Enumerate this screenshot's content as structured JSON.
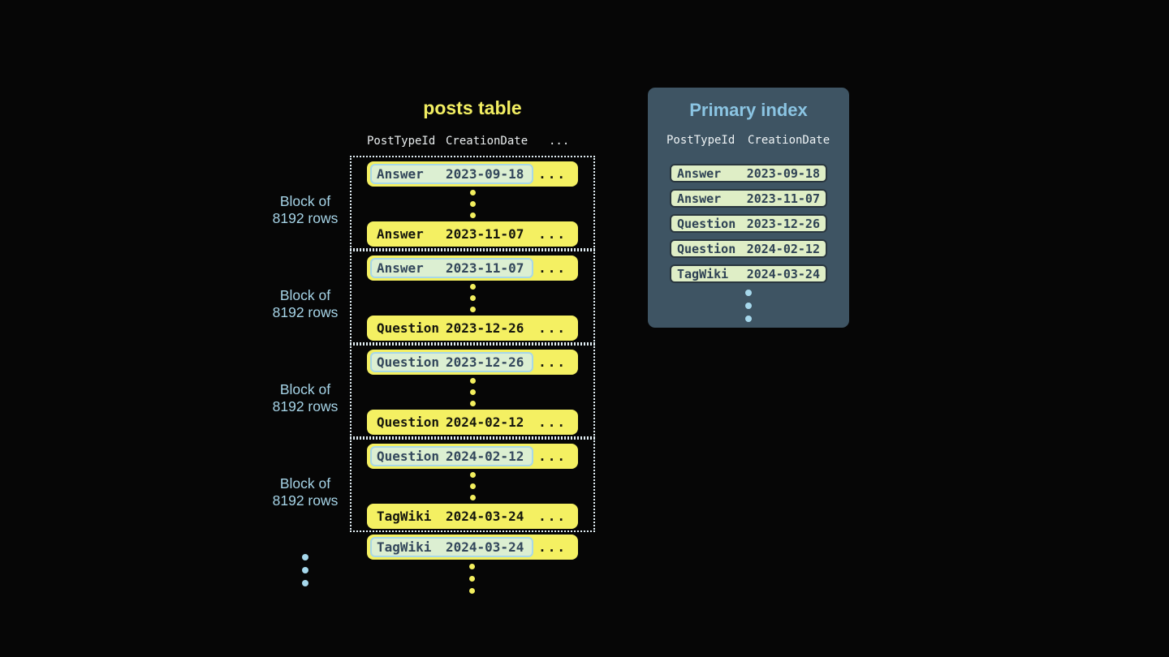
{
  "posts_table": {
    "title": "posts table",
    "columns": [
      "PostTypeId",
      "CreationDate",
      "..."
    ],
    "row_ellipsis": "...",
    "gap_dots": 3,
    "bottom_dots": 3,
    "more_blocks_dots": 3,
    "blocks": [
      {
        "label_line1": "Block of",
        "label_line2": "8192 rows",
        "first_row": {
          "type": "Answer",
          "date": "2023-09-18"
        },
        "last_row": {
          "type": "Answer",
          "date": "2023-11-07"
        }
      },
      {
        "label_line1": "Block of",
        "label_line2": "8192 rows",
        "first_row": {
          "type": "Answer",
          "date": "2023-11-07"
        },
        "last_row": {
          "type": "Question",
          "date": "2023-12-26"
        }
      },
      {
        "label_line1": "Block of",
        "label_line2": "8192 rows",
        "first_row": {
          "type": "Question",
          "date": "2023-12-26"
        },
        "last_row": {
          "type": "Question",
          "date": "2024-02-12"
        }
      },
      {
        "label_line1": "Block of",
        "label_line2": "8192 rows",
        "first_row": {
          "type": "Question",
          "date": "2024-02-12"
        },
        "last_row": {
          "type": "TagWiki",
          "date": "2024-03-24"
        }
      }
    ],
    "trailing_row": {
      "type": "TagWiki",
      "date": "2024-03-24"
    }
  },
  "primary_index": {
    "title": "Primary index",
    "columns": [
      "PostTypeId",
      "CreationDate"
    ],
    "rows": [
      {
        "type": "Answer",
        "date": "2023-09-18"
      },
      {
        "type": "Answer",
        "date": "2023-11-07"
      },
      {
        "type": "Question",
        "date": "2023-12-26"
      },
      {
        "type": "Question",
        "date": "2024-02-12"
      },
      {
        "type": "TagWiki",
        "date": "2024-03-24"
      }
    ],
    "bottom_dots": 3
  },
  "colors": {
    "background": "#060606",
    "row_yellow": "#f4f062",
    "row_text": "#15160d",
    "highlight_fill": "#dcefd2",
    "highlight_border": "#a7d7e8",
    "highlight_text": "#33475c",
    "block_border": "#e2eef4",
    "label_blue": "#a6d4e7",
    "title_yellow": "#f2ee62",
    "panel_bg": "#3e5463",
    "panel_title_blue": "#8bc5e3",
    "index_row_fill": "#dfeec6",
    "index_row_border": "#29363f",
    "index_row_text": "#2e4254",
    "dot_yellow": "#f2ee5e",
    "dot_blue": "#a6d8ec"
  }
}
